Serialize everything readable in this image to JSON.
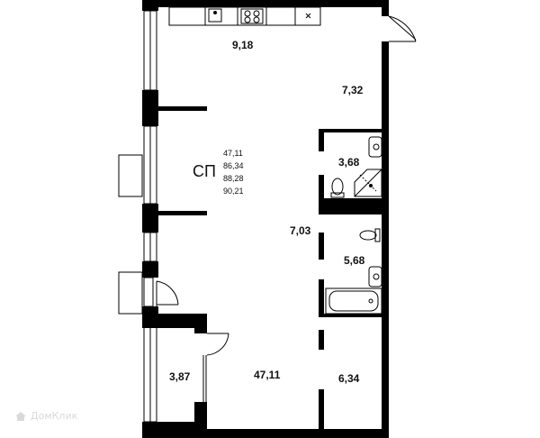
{
  "plan": {
    "wall_color": "#000000",
    "fixture_color": "#555555",
    "apartment": {
      "type_label": "СП",
      "area_values": [
        "47,11",
        "86,34",
        "88,28",
        "90,21"
      ]
    },
    "rooms": [
      {
        "id": "kitchen",
        "label": "9,18"
      },
      {
        "id": "corridor-upper",
        "label": "7,32"
      },
      {
        "id": "bathroom-1",
        "label": "3,68"
      },
      {
        "id": "corridor-middle",
        "label": "7,03"
      },
      {
        "id": "bathroom-2",
        "label": "5,68"
      },
      {
        "id": "storage",
        "label": "3,87"
      },
      {
        "id": "living",
        "label": "47,11"
      },
      {
        "id": "bedroom",
        "label": "6,34"
      }
    ],
    "icons": [
      "sink-icon",
      "stove-icon",
      "fridge-x-icon",
      "toilet-icon",
      "shower-icon",
      "bathtub-icon",
      "door-swing-icon"
    ]
  },
  "watermark": {
    "icon": "home-icon",
    "text": "ДомКлик"
  }
}
